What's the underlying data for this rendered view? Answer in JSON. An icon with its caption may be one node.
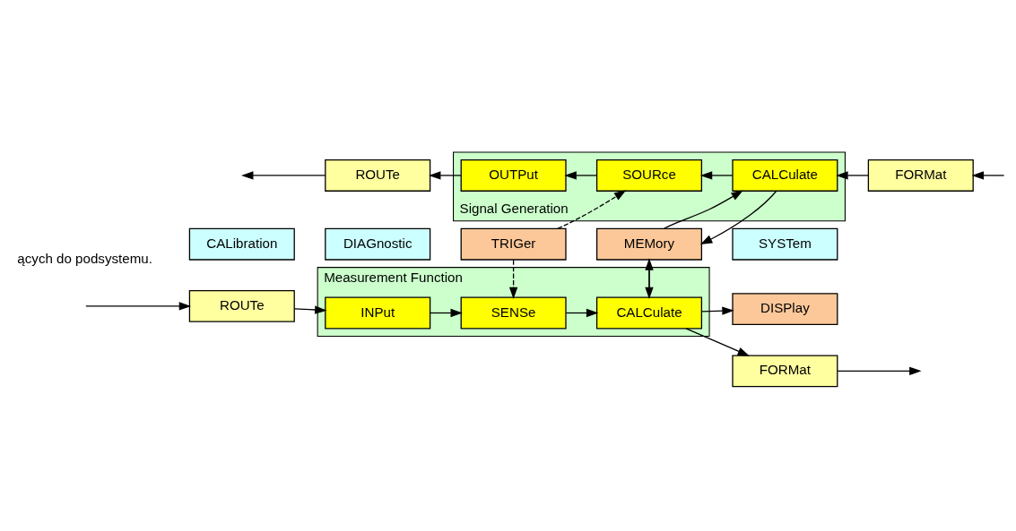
{
  "diagram": {
    "nodes": [
      {
        "text": [
          "DISPlay"
        ]
      },
      {
        "text": [
          "Measurement Function"
        ]
      },
      {
        "text": [
          "ROUTe"
        ]
      },
      {
        "text": [
          "INPut"
        ],
        "in": 1
      },
      {
        "text": [
          "SENSe"
        ],
        "in": 1
      },
      {
        "text": [
          "CALCulate"
        ],
        "in": 1
      },
      {
        "text": [
          "FORMat"
        ]
      },
      {
        "text": [
          "CALibration"
        ]
      },
      {
        "text": [
          "DIAGnostic"
        ]
      },
      {
        "text": [
          "TRIGer"
        ]
      },
      {
        "text": [
          "MEMory"
        ]
      },
      {
        "text": [
          "SYSTem"
        ]
      },
      {
        "text": [
          "Signal Generation"
        ]
      },
      {
        "text": [
          "ROUTe"
        ]
      },
      {
        "text": [
          "OUTPut"
        ],
        "in": 12
      },
      {
        "text": [
          "SOURce"
        ],
        "in": 12
      },
      {
        "text": [
          "CALCulate"
        ],
        "in": 12
      },
      {
        "text": [
          "FORMat"
        ]
      }
    ],
    "edges": [
      {
        "from": null,
        "to": 2,
        "arrow": "to"
      },
      {
        "from": 2,
        "to": 3,
        "arrow": "to"
      },
      {
        "from": 3,
        "to": 4,
        "arrow": "to"
      },
      {
        "from": 4,
        "to": 5,
        "arrow": "to"
      },
      {
        "from": 5,
        "to": 6,
        "arrow": "to"
      },
      {
        "from": 6,
        "to": null,
        "arrow": "to"
      },
      {
        "from": 5,
        "to": 0,
        "arrow": "to"
      },
      {
        "from": 5,
        "to": 10,
        "arrow": "to"
      },
      {
        "from": 10,
        "to": 5,
        "arrow": "to"
      },
      {
        "from": 9,
        "to": 4,
        "arrow": "to",
        "style": "dashed"
      },
      {
        "from": 9,
        "to": 15,
        "arrow": "to",
        "style": "dashed"
      },
      {
        "from": 10,
        "to": 16,
        "arrow": "to"
      },
      {
        "from": 16,
        "to": 10,
        "arrow": "to"
      },
      {
        "from": null,
        "to": 17,
        "arrow": "to"
      },
      {
        "from": 17,
        "to": 16,
        "arrow": "to"
      },
      {
        "from": 16,
        "to": 15,
        "arrow": "to"
      },
      {
        "from": 15,
        "to": 14,
        "arrow": "to"
      },
      {
        "from": 14,
        "to": 13,
        "arrow": "to"
      },
      {
        "from": 13,
        "to": null,
        "arrow": "to"
      }
    ],
    "labels": [
      "ących do podsystemu."
    ]
  }
}
